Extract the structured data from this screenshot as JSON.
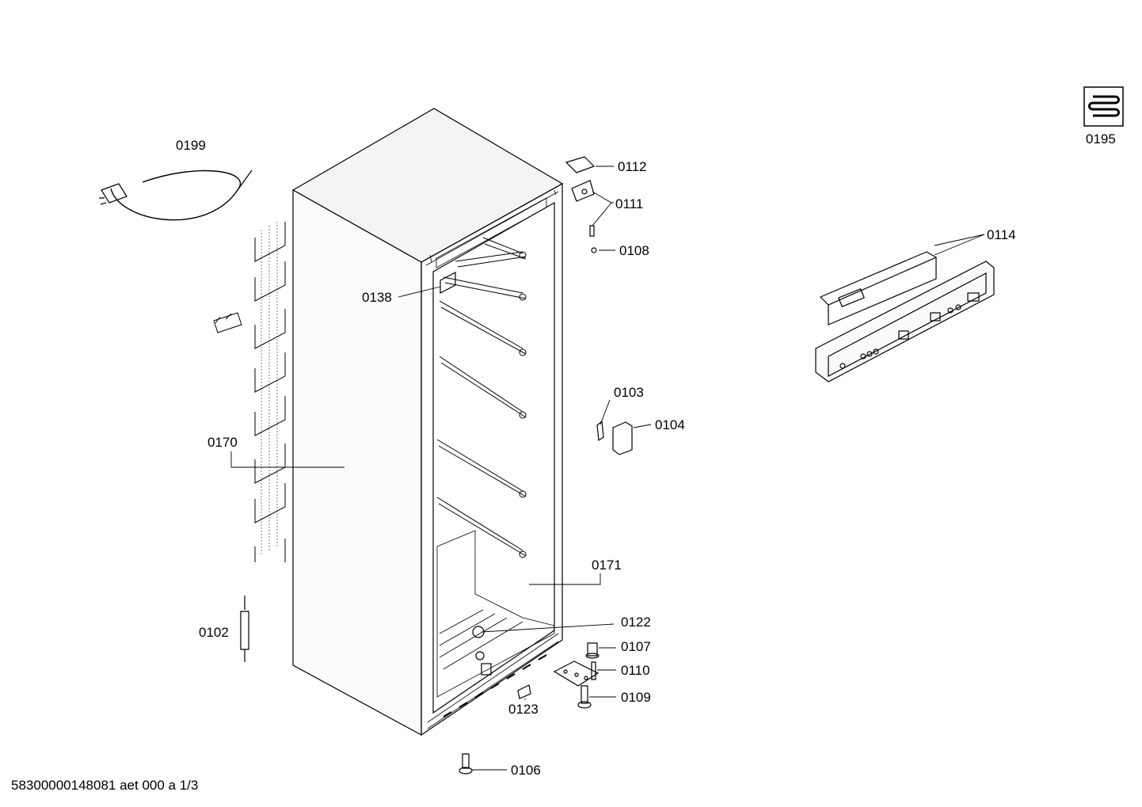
{
  "diagram": {
    "type": "exploded-parts-diagram",
    "document_id": "58300000148081 aet 000 a 1/3",
    "parts": [
      {
        "id": "0199"
      },
      {
        "id": "0112"
      },
      {
        "id": "0111"
      },
      {
        "id": "0108"
      },
      {
        "id": "0138"
      },
      {
        "id": "0114"
      },
      {
        "id": "0195"
      },
      {
        "id": "0103"
      },
      {
        "id": "0104"
      },
      {
        "id": "0170"
      },
      {
        "id": "0171"
      },
      {
        "id": "0122"
      },
      {
        "id": "0107"
      },
      {
        "id": "0110"
      },
      {
        "id": "0109"
      },
      {
        "id": "0123"
      },
      {
        "id": "0102"
      },
      {
        "id": "0106"
      }
    ]
  }
}
